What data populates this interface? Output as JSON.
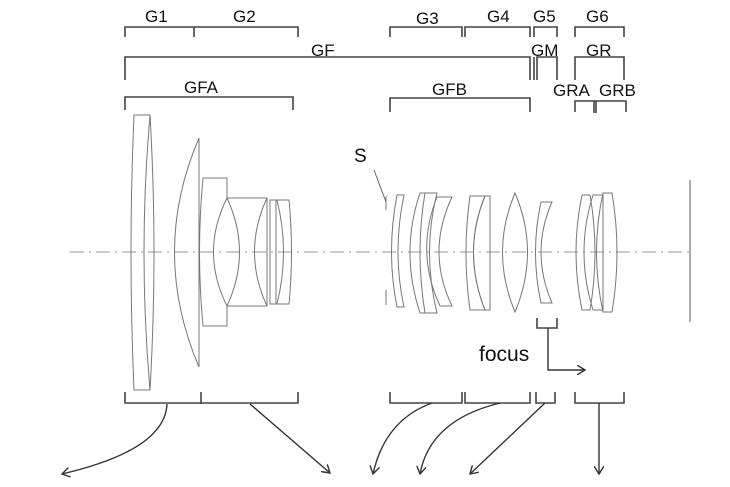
{
  "labels": {
    "g1": "G1",
    "g2": "G2",
    "g3": "G3",
    "g4": "G4",
    "g5": "G5",
    "g6": "G6",
    "gf": "GF",
    "gm": "GM",
    "gr": "GR",
    "gfa": "GFA",
    "gfb": "GFB",
    "gra": "GRA",
    "grb": "GRB",
    "stop": "S",
    "focus": "focus"
  }
}
